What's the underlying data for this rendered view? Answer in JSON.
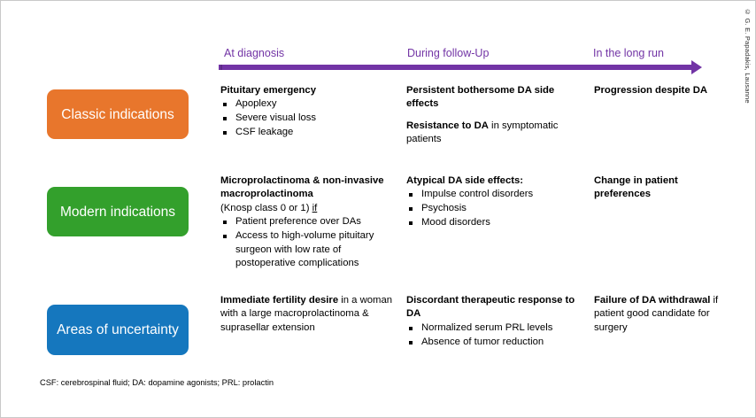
{
  "copyright": "© G. E. Papadakis, Lausanne",
  "accent_colors": {
    "timeline": "#7234A5",
    "classic": "#E8762C",
    "modern": "#33A02C",
    "uncertainty": "#1577BE"
  },
  "timeline": {
    "phases": [
      {
        "label": "At diagnosis"
      },
      {
        "label": "During follow-Up"
      },
      {
        "label": "In the long run"
      }
    ]
  },
  "rows": [
    {
      "category": "Classic indications",
      "columns": [
        {
          "blocks": [
            {
              "heading": "Pituitary emergency",
              "bullets": [
                "Apoplexy",
                "Severe visual loss",
                "CSF leakage"
              ]
            }
          ]
        },
        {
          "blocks": [
            {
              "heading": "Persistent bothersome DA side effects"
            },
            {
              "heading": "Resistance to DA",
              "trailing": " in symptomatic patients"
            }
          ]
        },
        {
          "blocks": [
            {
              "heading": "Progression despite DA"
            }
          ]
        }
      ]
    },
    {
      "category": "Modern indications",
      "columns": [
        {
          "blocks": [
            {
              "heading": "Microprolactinoma & non-invasive macroprolactinoma",
              "subline_pre": "(Knosp class 0 or 1) ",
              "subline_underline": "if",
              "bullets": [
                "Patient preference over DAs",
                "Access to high-volume pituitary surgeon with low rate of postoperative complications"
              ]
            }
          ]
        },
        {
          "blocks": [
            {
              "heading": "Atypical DA side effects:",
              "bullets": [
                "Impulse control disorders",
                "Psychosis",
                "Mood disorders"
              ]
            }
          ]
        },
        {
          "blocks": [
            {
              "heading": "Change in patient preferences"
            }
          ]
        }
      ]
    },
    {
      "category": "Areas of uncertainty",
      "columns": [
        {
          "blocks": [
            {
              "heading": "Immediate fertility desire",
              "trailing": " in a woman with a large macroprolactinoma & suprasellar extension"
            }
          ]
        },
        {
          "blocks": [
            {
              "heading": "Discordant therapeutic response to DA",
              "bullets": [
                "Normalized serum PRL levels",
                "Absence of tumor reduction"
              ]
            }
          ]
        },
        {
          "blocks": [
            {
              "heading": "Failure of DA withdrawal",
              "trailing": " if patient good candidate for surgery"
            }
          ]
        }
      ]
    }
  ],
  "footnote": "CSF: cerebrospinal fluid; DA: dopamine agonists; PRL: prolactin"
}
